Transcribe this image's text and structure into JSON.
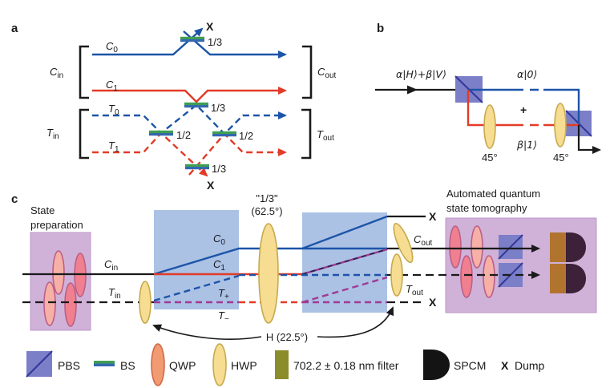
{
  "figure": {
    "colors": {
      "line_blue": "#1c54a8",
      "line_red": "#e23b28",
      "line_magenta": "#a03a93",
      "line_black": "#1a1a1a",
      "box_blue": "#abc2e5",
      "box_purple": "#d0b2d9",
      "box_purple_border": "#bb98c9",
      "pbs_fill": "#7b7fc8",
      "pbs_diag": "#33379a",
      "hwp_fill": "#f6dd92",
      "hwp_stroke": "#c7a94e",
      "qwp_fill": "#f29a72",
      "qwp_stroke": "#cf6a4a",
      "oval_dark": "#f0808f",
      "oval_light": "#f7b0a6",
      "oval_stroke": "#bb5f88",
      "bs_green": "#3f9e52",
      "bs_blue": "#3468af",
      "filter_olive": "#8b8c2b",
      "detector_brown": "#b1742f",
      "detector_dark": "#3c2138"
    },
    "panel_a": {
      "label": "a",
      "input_bracket_c": {
        "main": "C",
        "sub": "in"
      },
      "input_bracket_t": {
        "main": "T",
        "sub": "in"
      },
      "output_bracket_c": {
        "main": "C",
        "sub": "out"
      },
      "output_bracket_t": {
        "main": "T",
        "sub": "out"
      },
      "mode_c0": {
        "main": "C",
        "sub": "0"
      },
      "mode_c1": {
        "main": "C",
        "sub": "1"
      },
      "mode_t0": {
        "main": "T",
        "sub": "0"
      },
      "mode_t1": {
        "main": "T",
        "sub": "1"
      },
      "ratio_top": "1/3",
      "ratio_mid": "1/3",
      "ratio_left": "1/2",
      "ratio_right": "1/2",
      "ratio_bottom": "1/3",
      "dump_top": "X",
      "dump_bottom": "X"
    },
    "panel_b": {
      "label": "b",
      "input_state": "α|H⟩+β|V⟩",
      "out_state_0": "α|0⟩",
      "plus": "+",
      "out_state_1": "β|1⟩",
      "hwp1_angle": "45°",
      "hwp2_angle": "45°"
    },
    "panel_c": {
      "label": "c",
      "state_prep_line1": "State",
      "state_prep_line2": "preparation",
      "tomo_line1": "Automated quantum",
      "tomo_line2": "state tomography",
      "cin": {
        "main": "C",
        "sub": "in"
      },
      "tin": {
        "main": "T",
        "sub": "in"
      },
      "cout": {
        "main": "C",
        "sub": "out"
      },
      "tout": {
        "main": "T",
        "sub": "out"
      },
      "c0": {
        "main": "C",
        "sub": "0"
      },
      "c1": {
        "main": "C",
        "sub": "1"
      },
      "t_plus": {
        "main": "T",
        "sub": "+"
      },
      "t_minus": {
        "main": "T",
        "sub": "−"
      },
      "hwp_ratio": "\"1/3\"",
      "hwp_angle": "(62.5°)",
      "h_label": "H (22.5°)",
      "dump_top": "X",
      "dump_bottom": "X"
    },
    "legend": {
      "pbs": "PBS",
      "bs": "BS",
      "qwp": "QWP",
      "hwp": "HWP",
      "filter": "702.2 ± 0.18 nm filter",
      "spcm": "SPCM",
      "dump_x": "X",
      "dump": "Dump"
    }
  }
}
